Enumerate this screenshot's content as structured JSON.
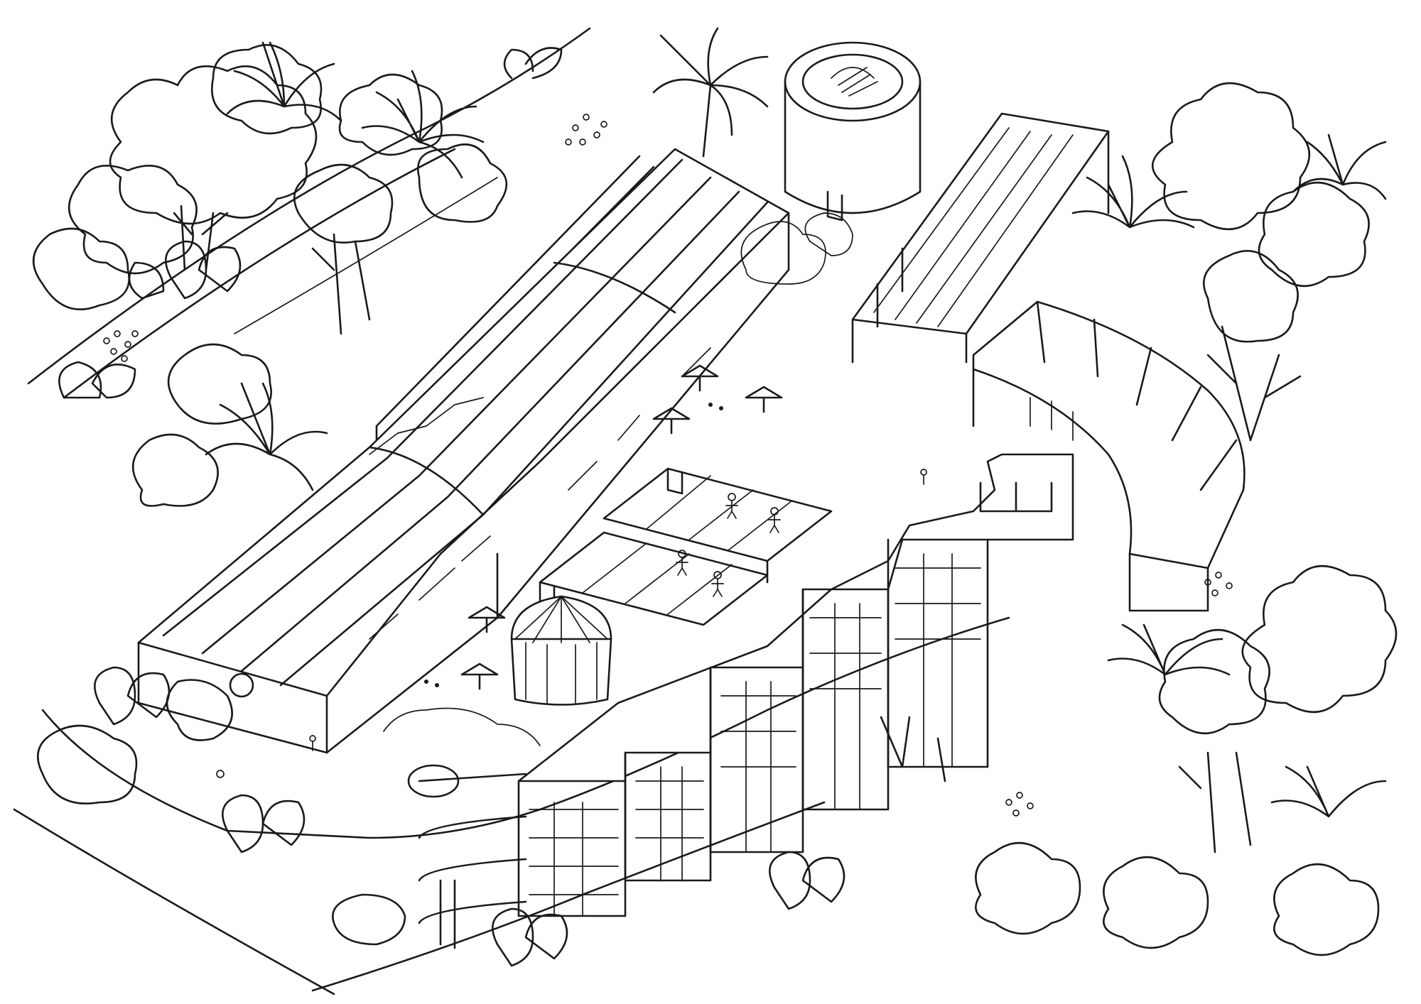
{
  "drawing": {
    "style": "black ink line drawing on white",
    "colors": {
      "ink": "#1a1a1a",
      "paper": "#ffffff"
    }
  },
  "elements": [
    "long-barrel-vault-hall",
    "covered-stair-ramp-left",
    "cylindrical-tower",
    "covered-stair-ramp-right",
    "curved-building-right",
    "stepped-terraced-building",
    "round-tent",
    "sports-courts",
    "cafe-umbrellas",
    "spiral-ramp-tower",
    "trees-and-vegetation",
    "access-road"
  ]
}
